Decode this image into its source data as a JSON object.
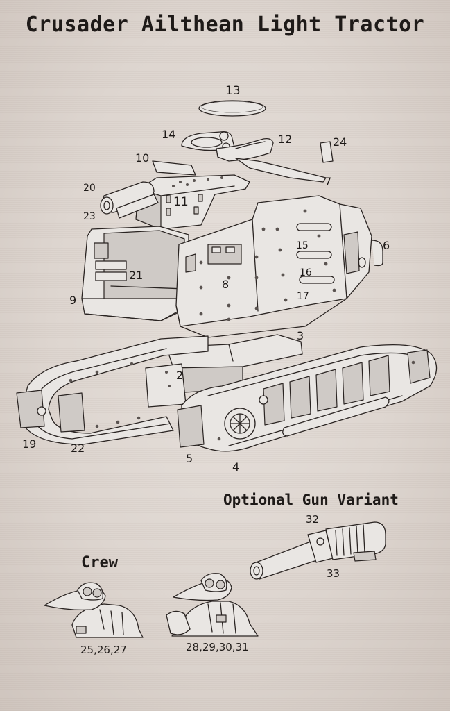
{
  "title": "Crusader Ailthean Light Tractor",
  "sections": {
    "gun_variant": "Optional Gun Variant",
    "crew": "Crew"
  },
  "callouts": {
    "p1": "13",
    "p2": "14",
    "p3": "12",
    "p4": "24",
    "p5": "10",
    "p6": "7",
    "p7": "20",
    "p8": "11",
    "p9": "23",
    "p10": "6",
    "p11": "15",
    "p12": "21",
    "p13": "8",
    "p14": "16",
    "p15": "9",
    "p16": "17",
    "p17": "3",
    "p18": "2",
    "p19": "19",
    "p20": "22",
    "p21": "5",
    "p22": "4",
    "p23": "32",
    "p24": "33"
  },
  "crew_labels": {
    "a": "25,26,27",
    "b": "28,29,30,31"
  },
  "colors": {
    "paper": "#ddd6d0",
    "ink": "#1e1a18"
  }
}
